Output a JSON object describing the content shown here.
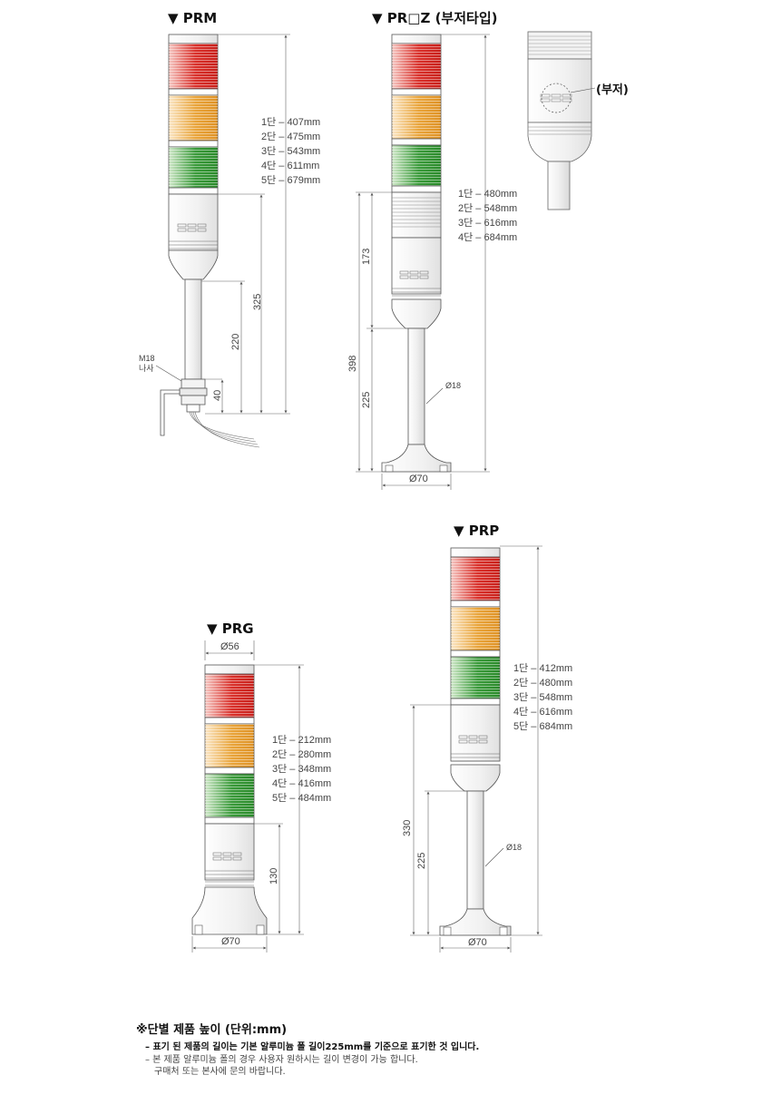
{
  "models": {
    "prm": {
      "title": "▼ PRM",
      "lengths": [
        "1단 – 407mm",
        "2단 – 475mm",
        "3단 – 543mm",
        "4단 – 611mm",
        "5단 – 679mm"
      ],
      "dim_325": "325",
      "dim_220": "220",
      "dim_40": "40",
      "thread_label_1": "M18",
      "thread_label_2": "나사"
    },
    "prz": {
      "title": "▼ PR□Z (부저타입)",
      "lengths": [
        "1단 – 480mm",
        "2단 – 548mm",
        "3단 – 616mm",
        "4단 – 684mm"
      ],
      "dim_173": "173",
      "dim_398": "398",
      "dim_225": "225",
      "dim_pole": "Ø18",
      "dim_base": "Ø70",
      "buzzer_label": "(부저)"
    },
    "prg": {
      "title": "▼ PRG",
      "lengths": [
        "1단 – 212mm",
        "2단 – 280mm",
        "3단 – 348mm",
        "4단 – 416mm",
        "5단 – 484mm"
      ],
      "dim_top": "Ø56",
      "dim_130": "130",
      "dim_base": "Ø70"
    },
    "prp": {
      "title": "▼ PRP",
      "lengths": [
        "1단 – 412mm",
        "2단 – 480mm",
        "3단 – 548mm",
        "4단 – 616mm",
        "5단 – 684mm"
      ],
      "dim_330": "330",
      "dim_225": "225",
      "dim_pole": "Ø18",
      "dim_base": "Ø70"
    }
  },
  "notes": {
    "title": "※단별 제품 높이 (단위:mm)",
    "line1": "– 표기 된 제품의 길이는 기본 알루미늄 폴 길이225mm를 기준으로 표기한 것 입니다.",
    "line2": "– 본 제품 알루미늄 폴의 경우 사용자 원하시는 길이 변경이 가능 합니다.",
    "line3": "구매처 또는 본사에 문의 바랍니다."
  },
  "colors": {
    "red": "#d9302a",
    "amber": "#e9a43a",
    "green": "#3a9a3a",
    "line": "#555555"
  }
}
